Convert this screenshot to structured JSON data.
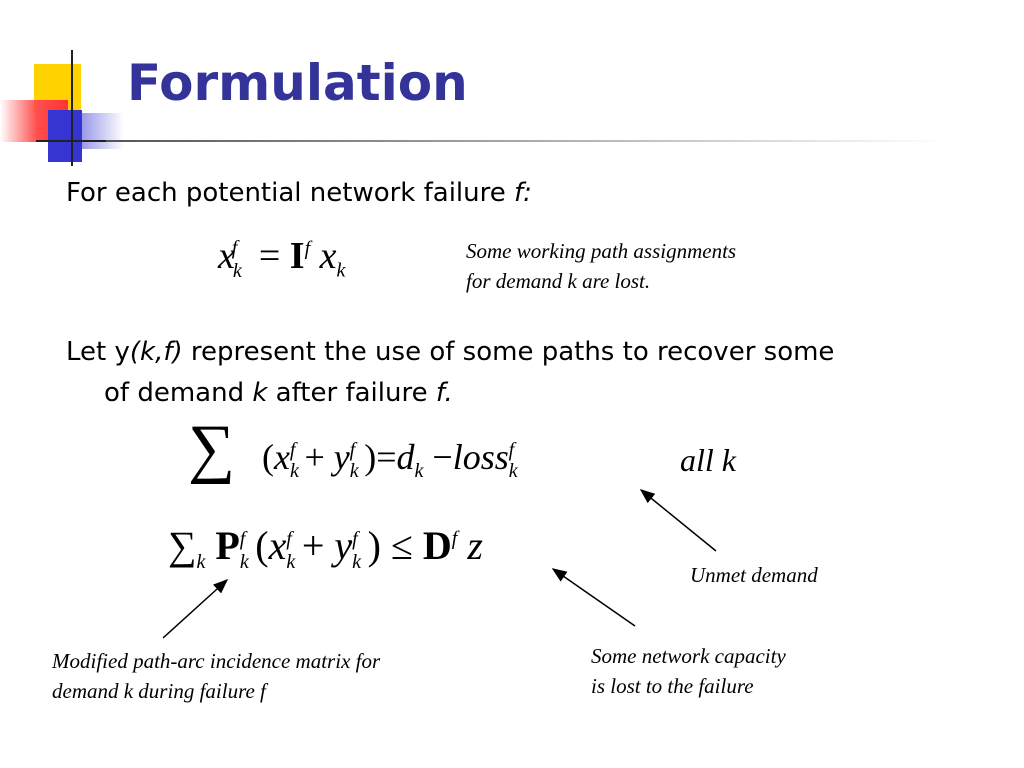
{
  "slide": {
    "title": "Formulation",
    "bullet1": {
      "text": "For each potential network failure ",
      "italic": "f:"
    },
    "eq1": {
      "x": "x",
      "k": "k",
      "f": "f",
      "eq": "=",
      "I": "I"
    },
    "note1": {
      "line1": "Some working path assignments",
      "line2": "for demand k are lost."
    },
    "bullet2": {
      "p1": "Let y",
      "p2": "(k,f)",
      "p3": " represent the use of some paths to recover some",
      "p4": "of demand ",
      "p5": "k",
      "p6": " after failure ",
      "p7": "f."
    },
    "eq2": {
      "sum": "∑",
      "lp": "(",
      "x": "x",
      "k": "k",
      "f": "f",
      "plus": "+",
      "y": "y",
      "rp": ")",
      "eq": "=",
      "d": "d",
      "minus": "−",
      "loss": "loss",
      "all": "all k"
    },
    "eq3": {
      "sum": "∑",
      "k": "k",
      "P": "P",
      "f": "f",
      "lp": "(",
      "x": "x",
      "plus": "+",
      "y": "y",
      "rp": ")",
      "le": "≤",
      "D": "D",
      "z": "z"
    },
    "notes": {
      "unmet": "Unmet demand",
      "matrix_line1": "Modified path-arc incidence matrix for",
      "matrix_line2": "demand k  during failure f",
      "capacity_line1": "Some network capacity",
      "capacity_line2": "is lost to the failure"
    },
    "colors": {
      "title": "#333399",
      "yellow": "#ffcc00",
      "blue": "#3333cc",
      "red": "#ff3333"
    }
  }
}
